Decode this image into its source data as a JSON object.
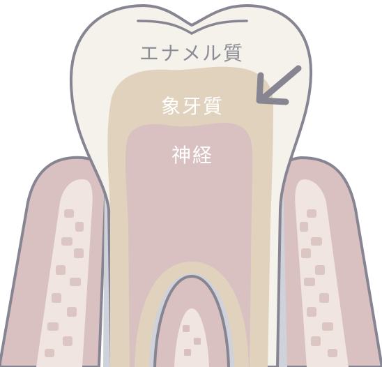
{
  "labels": {
    "enamel": "エナメル質",
    "dentin": "象牙質",
    "nerve": "神経"
  },
  "colors": {
    "outline": "#878592",
    "enamel": "#f4f2ea",
    "dentin": "#e1d2bd",
    "pulp": "#d8c1c0",
    "gum": "#d8c1c0",
    "bone": "#f0e5e0",
    "root_gap": "#cfd2da",
    "label_enamel": "#8b8c96",
    "label_light": "#ffffff",
    "arrow": "#878592"
  },
  "icons": {
    "pointer": "arrow-pointing-down-left-icon"
  }
}
